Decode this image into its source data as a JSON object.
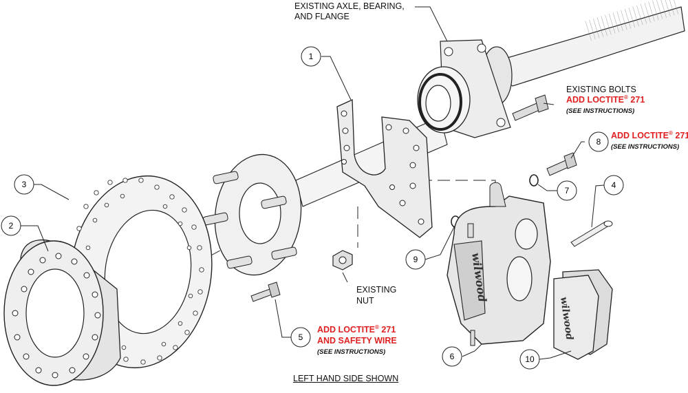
{
  "labels": {
    "axle_line1": "EXISTING AXLE, BEARING,",
    "axle_line2": "AND FLANGE",
    "bolts_line1": "EXISTING BOLTS",
    "bolts_loctite": "ADD LOCTITE",
    "bolts_loctite_num": "271",
    "bolts_note": "(SEE INSTRUCTIONS)",
    "item8_loctite": "ADD LOCTITE",
    "item8_loctite_num": "271",
    "item8_note": "(SEE INSTRUCTIONS)",
    "nut_line1": "EXISTING",
    "nut_line2": "NUT",
    "item5_loctite": "ADD LOCTITE",
    "item5_loctite_num": "271",
    "item5_line2": "AND SAFETY WIRE",
    "item5_note": "(SEE INSTRUCTIONS)",
    "footer": "LEFT HAND SIDE SHOWN",
    "registered": "®",
    "brand": "wilwood"
  },
  "callouts": [
    "1",
    "2",
    "3",
    "4",
    "5",
    "6",
    "7",
    "8",
    "9",
    "10"
  ],
  "colors": {
    "accent": "#e02020",
    "ink": "#111111",
    "part_fill": "#e9e9e9",
    "part_dark": "#bdbdbd"
  }
}
